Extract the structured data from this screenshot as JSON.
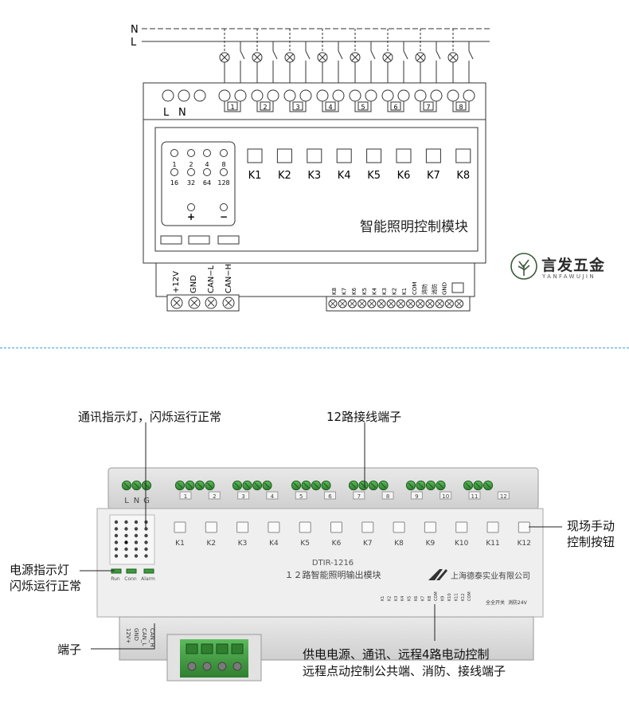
{
  "schematic": {
    "line_n": "N",
    "line_l": "L",
    "power_terminals": [
      "L",
      "N"
    ],
    "channel_numbers": [
      "1",
      "2",
      "3",
      "4",
      "5",
      "6",
      "7",
      "8"
    ],
    "buttons": [
      "K1",
      "K2",
      "K3",
      "K4",
      "K5",
      "K6",
      "K7",
      "K8"
    ],
    "dip_row1": [
      "1",
      "2",
      "4",
      "8"
    ],
    "dip_row2": [
      "16",
      "32",
      "64",
      "128"
    ],
    "plus": "+",
    "minus": "−",
    "module_title": "智能照明控制模块",
    "bus_labels": [
      "+12V",
      "GND",
      "CAN−L",
      "CAN−H"
    ],
    "input_labels": [
      "K8",
      "K7",
      "K6",
      "K5",
      "K4",
      "K3",
      "K2",
      "K1",
      "COM",
      "消防",
      "消防",
      "GND"
    ]
  },
  "brand": {
    "name": "言发五金",
    "sub": "YANFAWUJIN"
  },
  "photo": {
    "top_terminal_labels": [
      "L",
      "N",
      "G"
    ],
    "channel_numbers": [
      "1",
      "2",
      "3",
      "4",
      "5",
      "6",
      "7",
      "8",
      "9",
      "10",
      "11",
      "12"
    ],
    "buttons": [
      "K1",
      "K2",
      "K3",
      "K4",
      "K5",
      "K6",
      "K7",
      "K8",
      "K9",
      "K10",
      "K11",
      "K12"
    ],
    "model": "DTIR-1216",
    "product_name": "１２路智能照明输出模块",
    "company": "上海德泰实业有限公司",
    "indicator_labels": [
      "Run",
      "Conn",
      "Alarm"
    ],
    "bus_labels": [
      "12V+",
      "GND",
      "CAN_L",
      "CAN_H"
    ],
    "input_labels": [
      "K1",
      "K2",
      "K3",
      "K4",
      "K5",
      "K6",
      "K7",
      "K8",
      "COM",
      "K9",
      "K10",
      "K11",
      "K12",
      "COM"
    ],
    "aux_labels": [
      "全全开关",
      "消防24V"
    ]
  },
  "annotations": {
    "comm_led": "通讯指示灯，闪烁运行正常",
    "terminals_12": "12路接线端子",
    "manual_button_1": "现场手动",
    "manual_button_2": "控制按钮",
    "power_led_1": "电源指示灯",
    "power_led_2": "闪烁运行正常",
    "terminal": "端子",
    "supply_1": "供电电源、通讯、远程4路电动控制",
    "supply_2": "远程点动控制公共端、消防、接线端子"
  },
  "colors": {
    "accent_line": "#3aa0d8",
    "terminal_green": "#3c9b3c",
    "panel_grey": "#d8d8d8"
  }
}
